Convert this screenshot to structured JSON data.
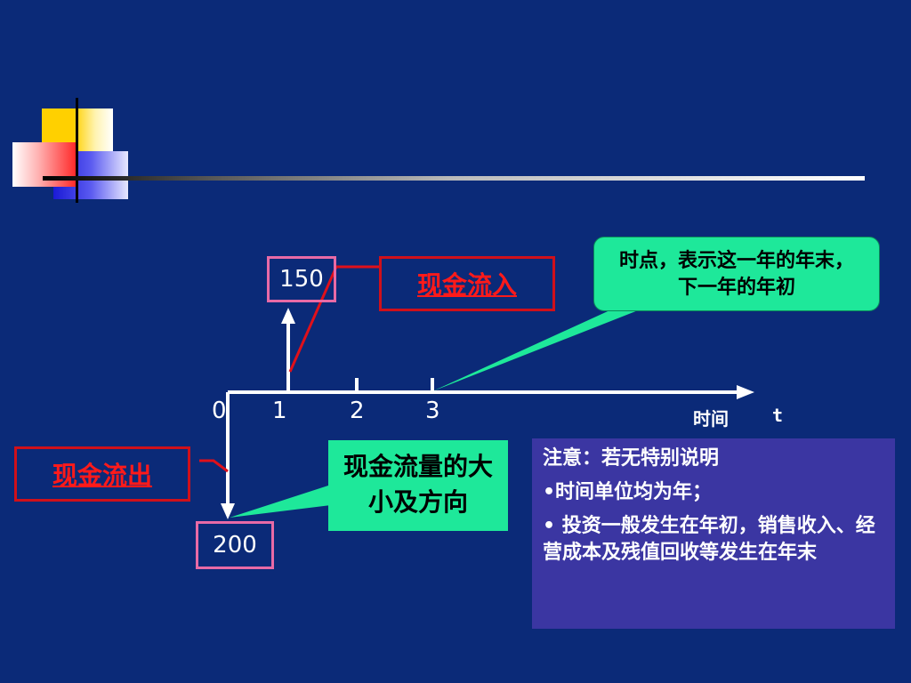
{
  "diagram": {
    "top_value": "150",
    "bottom_value": "200",
    "ticks": [
      "0",
      "1",
      "2",
      "3"
    ],
    "axis_time_label": "时间",
    "axis_t_label": "t",
    "inflow_label": "现金流入",
    "outflow_label": "现金流出",
    "callout_timepoint": "时点，表示这一年的年末，下一年的年初",
    "callout_size_direction": "现金流量的大小及方向",
    "note": {
      "title": "注意：若无特别说明",
      "item1": "•时间单位均为年；",
      "item2": "• 投资一般发生在年初，销售收入、经营成本及残值回收等发生在年末"
    }
  },
  "colors": {
    "background": "#0b2a78",
    "axis": "#ffffff",
    "pink_box": "#e86aa6",
    "red_box": "#d0101a",
    "red_text": "#ff1a1a",
    "callout": "#1ee89a",
    "note_bg": "#3b36a2"
  }
}
